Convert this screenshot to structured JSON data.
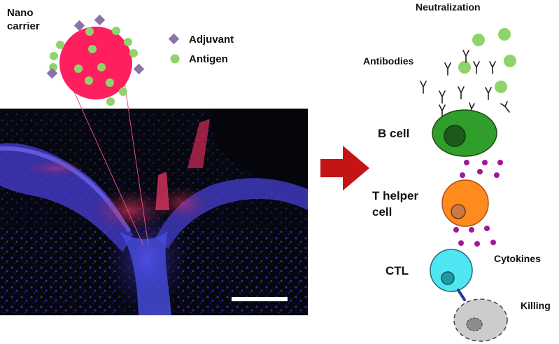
{
  "nanocarrier": {
    "label_line1": "Nano",
    "label_line2": "carrier"
  },
  "legend": {
    "items": [
      {
        "label": "Adjuvant",
        "shape": "diamond",
        "color": "#8a74a6"
      },
      {
        "label": "Antigen",
        "shape": "circle",
        "color": "#8fd46a"
      }
    ]
  },
  "immune_response": {
    "neutralization": "Neutralization",
    "antibodies": "Antibodies",
    "b_cell": "B cell",
    "t_helper_line1": "T helper",
    "t_helper_line2": "cell",
    "ctl": "CTL",
    "cytokines": "Cytokines",
    "killing": "Killing"
  },
  "colors": {
    "nanocarrier": "#ff1f5e",
    "antigen": "#8fd46a",
    "adjuvant": "#8a74a6",
    "arrow": "#c41414",
    "b_cell": "#2f9e2b",
    "t_helper": "#ff8a1e",
    "ctl": "#4fe6f2",
    "cytokine": "#a01896",
    "target_cell": "#cccccc"
  }
}
